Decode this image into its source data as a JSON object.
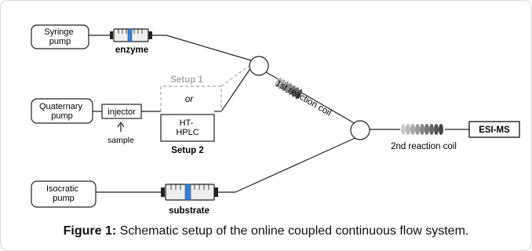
{
  "diagram": {
    "syringe_pump": "Syringe\npump",
    "quaternary_pump": "Quaternary\npump",
    "isocratic_pump": "Isocratic\npump",
    "injector": "injector",
    "sample": "sample",
    "enzyme": "enzyme",
    "substrate": "substrate",
    "setup1": "Setup 1",
    "or_text": "or",
    "hplc": "HT-\nHPLC",
    "setup2": "Setup 2",
    "coil1": "1st reaction coil",
    "coil2": "2nd reaction coil",
    "esims": "ESI-MS"
  },
  "caption": {
    "label": "Figure 1:",
    "text": " Schematic setup of the online coupled continuous flow system."
  },
  "colors": {
    "syringe_blue": "#3a7fd0",
    "setup1_gray": "#aaaaaa"
  }
}
